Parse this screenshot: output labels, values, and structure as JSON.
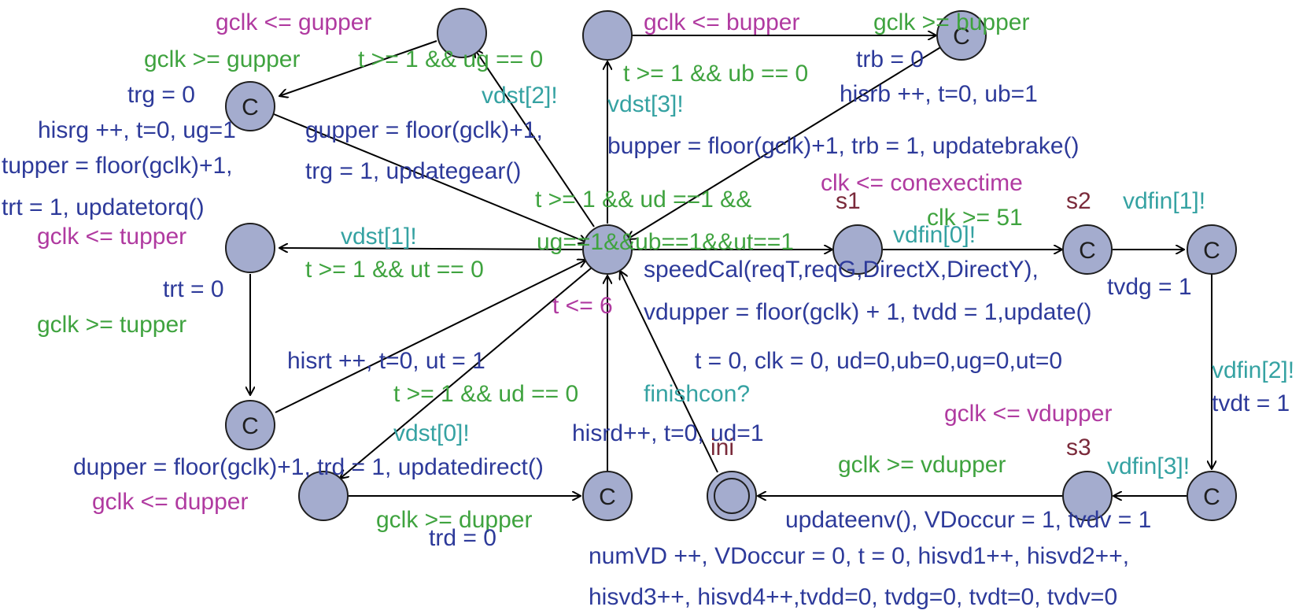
{
  "colors": {
    "invariant": "#b03aa0",
    "guard": "#3fa33f",
    "sync": "#35a2a2",
    "assign": "#2d3a9a",
    "name": "#7a2a3a",
    "location_fill": "#a4acce"
  },
  "committed_symbol": "C",
  "locations": [
    {
      "id": "top-left-g",
      "name": "",
      "kind": "normal"
    },
    {
      "id": "top-left-b",
      "name": "",
      "kind": "normal"
    },
    {
      "id": "trg-loc",
      "name": "",
      "kind": "committed"
    },
    {
      "id": "trb-loc",
      "name": "",
      "kind": "committed"
    },
    {
      "id": "tupper-loc",
      "name": "",
      "kind": "normal"
    },
    {
      "id": "center",
      "name": "",
      "kind": "normal"
    },
    {
      "id": "s1",
      "name": "s1",
      "kind": "normal"
    },
    {
      "id": "s2",
      "name": "s2",
      "kind": "committed"
    },
    {
      "id": "tvdg-loc",
      "name": "",
      "kind": "committed"
    },
    {
      "id": "trt-loc",
      "name": "",
      "kind": "committed"
    },
    {
      "id": "dupper-loc",
      "name": "",
      "kind": "normal"
    },
    {
      "id": "trd-loc",
      "name": "",
      "kind": "committed"
    },
    {
      "id": "ini",
      "name": "ini",
      "kind": "initial"
    },
    {
      "id": "s3",
      "name": "s3",
      "kind": "normal"
    },
    {
      "id": "tvdt-loc",
      "name": "",
      "kind": "committed"
    }
  ],
  "labels": {
    "inv_gupper": "gclk <= gupper",
    "guard_gclk_ge_gupper": "gclk >= gupper",
    "guard_t_ug": "t >= 1 && ug == 0",
    "inv_bupper": "gclk <= bupper",
    "guard_gclk_ge_bupper": "gclk >= bupper",
    "assign_trb": "trb = 0",
    "guard_t_ub": "t >= 1 && ub == 0",
    "assign_trg": "trg = 0",
    "sync_vdst2": "vdst[2]!",
    "sync_vdst3": "vdst[3]!",
    "assign_hisrb": "hisrb ++, t=0, ub=1",
    "assign_hisrg": "hisrg ++, t=0, ug=1",
    "assign_gupper": "gupper = floor(gclk)+1,",
    "assign_tupper": "tupper = floor(gclk)+1,",
    "assign_bupper": "bupper = floor(gclk)+1, trb = 1, updatebrake()",
    "assign_trg1": "trg = 1, updategear()",
    "inv_clk": "clk <= conexectime",
    "assign_trt1": "trt = 1, updatetorq()",
    "guard_center_a": "t >= 1 && ud ==1 &&",
    "guard_center_b": "ug==1&&ub==1&&ut==1",
    "name_s1": "s1",
    "guard_clk51": "clk >= 51",
    "name_s2": "s2",
    "sync_vdfin1": "vdfin[1]!",
    "inv_tupper": "gclk <= tupper",
    "sync_vdst1": "vdst[1]!",
    "sync_vdfin0": "vdfin[0]!",
    "guard_t_ut": "t >= 1 && ut == 0",
    "assign_speedcal": "speedCal(reqT,reqG,DirectX,DirectY),",
    "assign_tvdg": "tvdg = 1",
    "assign_trt0": "trt = 0",
    "inv_t6": "t <= 6",
    "assign_vdupper": "vdupper = floor(gclk) + 1, tvdd = 1,update()",
    "guard_gclk_ge_tupper": "gclk >= tupper",
    "assign_hisrt": "hisrt ++, t=0, ut = 1",
    "assign_reset": "t = 0, clk = 0, ud=0,ub=0,ug=0,ut=0",
    "sync_vdfin2": "vdfin[2]!",
    "guard_t_ud": "t >= 1 && ud == 0",
    "sync_finishcon": "finishcon?",
    "assign_tvdt": "tvdt = 1",
    "sync_vdst0": "vdst[0]!",
    "assign_hisrd": "hisrd++, t=0, ud=1",
    "inv_vdupper": "gclk <= vdupper",
    "name_ini": "ini",
    "name_s3": "s3",
    "assign_dupper": "dupper = floor(gclk)+1, trd = 1, updatedirect()",
    "guard_gclk_ge_vdupper": "gclk >= vdupper",
    "sync_vdfin3": "vdfin[3]!",
    "inv_dupper": "gclk <= dupper",
    "guard_gclk_ge_dupper": "gclk >= dupper",
    "assign_updateenv": "updateenv(), VDoccur = 1, tvdv = 1",
    "assign_trd0": "trd = 0",
    "assign_numvd": "numVD ++, VDoccur = 0, t = 0, hisvd1++, hisvd2++,",
    "assign_hisvd3": "hisvd3++, hisvd4++,tvdd=0, tvdg=0, tvdt=0, tvdv=0"
  }
}
